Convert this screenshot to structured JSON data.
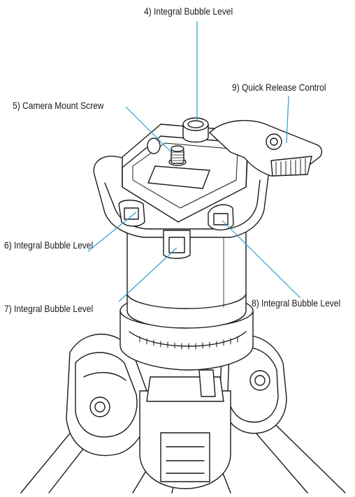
{
  "figure": {
    "callouts": {
      "c4": "4) Integral Bubble Level",
      "c5": "5) Camera Mount Screw",
      "c6": "6) Integral Bubble Level",
      "c7": "7) Integral Bubble Level",
      "c8": "8) Integral Bubble Level",
      "c9": "9) Quick Release Control"
    },
    "colors": {
      "leader_line": "#2a9fcf",
      "outline": "#1a1a1a",
      "fill": "#ffffff"
    }
  }
}
